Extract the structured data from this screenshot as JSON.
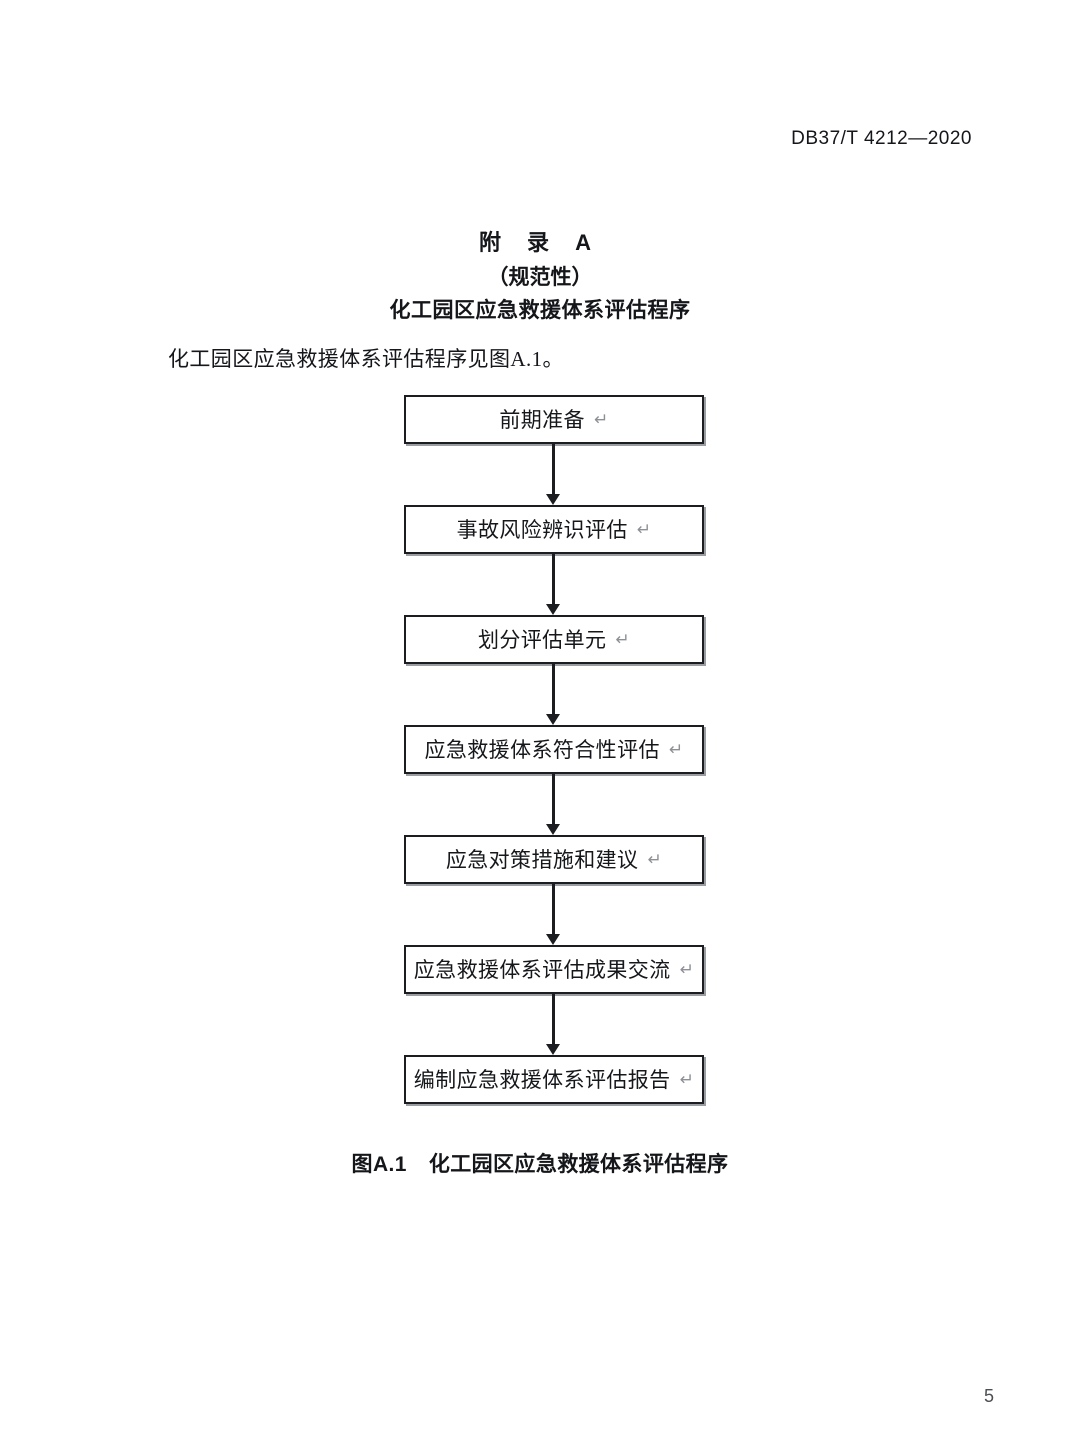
{
  "header": {
    "standard_number": "DB37/T 4212—2020"
  },
  "annex": {
    "label": "附 录 A",
    "kind": "（规范性）",
    "name": "化工园区应急救援体系评估程序"
  },
  "intro": {
    "text": "化工园区应急救援体系评估程序见图A.1。"
  },
  "figure": {
    "caption_number": "图A.1",
    "caption_title": "化工园区应急救援体系评估程序",
    "return_mark": "↵",
    "colors": {
      "box_border": "#1b1d20",
      "box_fill": "#ffffff",
      "box_shadow": "#9a9da1",
      "arrow": "#1b1d20",
      "return_mark": "#8d9095"
    },
    "nodes": [
      {
        "label": "前期准备"
      },
      {
        "label": "事故风险辨识评估"
      },
      {
        "label": "划分评估单元"
      },
      {
        "label": "应急救援体系符合性评估"
      },
      {
        "label": "应急对策措施和建议"
      },
      {
        "label": "应急救援体系评估成果交流"
      },
      {
        "label": "编制应急救援体系评估报告"
      }
    ]
  },
  "footer": {
    "page_number": "5"
  }
}
